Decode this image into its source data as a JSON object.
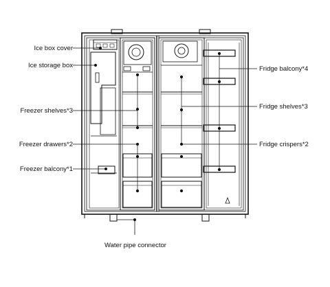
{
  "colors": {
    "line": "#111111",
    "background": "#ffffff"
  },
  "labels": {
    "ice_box_cover": "Ice box cover",
    "ice_storage_box": "Ice storage box",
    "freezer_shelves": "Freezer shelves*3",
    "freezer_drawers": "Freezer drawers*2",
    "freezer_balcony": "Freezer balcony*1",
    "fridge_balcony": "Fridge balcony*4",
    "fridge_shelves": "Fridge shelves*3",
    "fridge_crispers": "Fridge crispers*2",
    "water_pipe_connector": "Water pipe connector"
  }
}
